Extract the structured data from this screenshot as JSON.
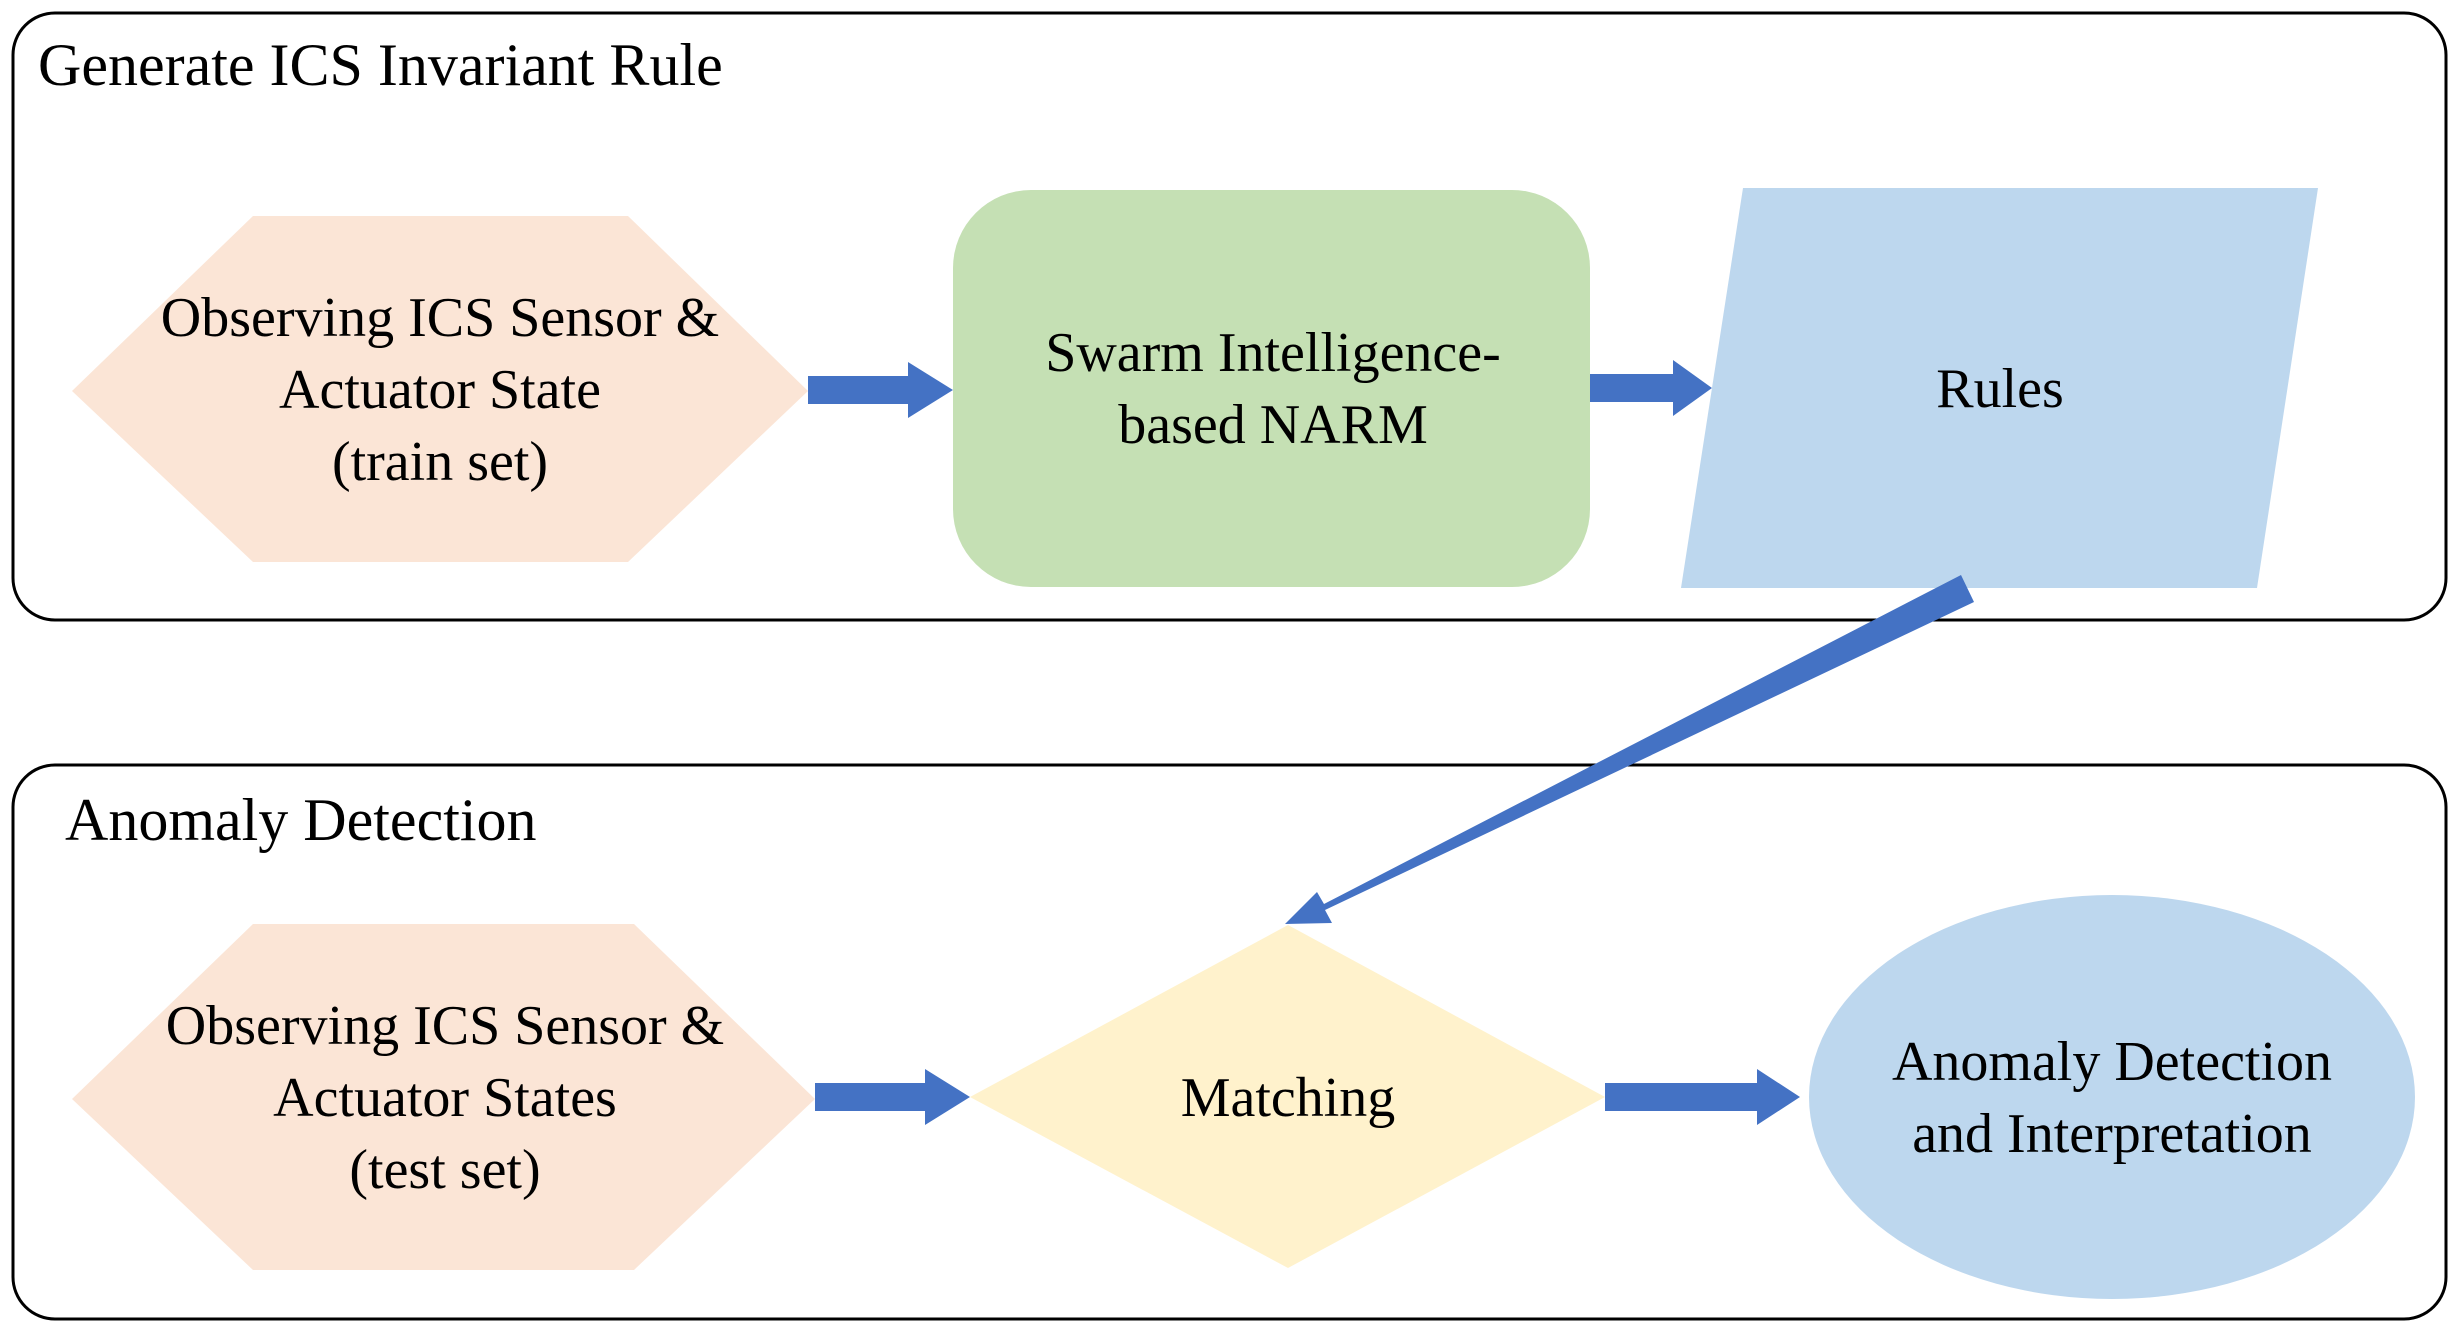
{
  "colors": {
    "panel_border": "#000000",
    "arrow": "#4472c4",
    "input_fill": "#fbe5d6",
    "narm_fill": "#c5e0b4",
    "rules_fill": "#bdd7ee",
    "matching_fill": "#fff2cc",
    "output_fill": "#bdd7ee"
  },
  "panels": {
    "top": {
      "title": "Generate ICS Invariant Rule"
    },
    "bottom": {
      "title": "Anomaly Detection"
    }
  },
  "nodes": {
    "train_input": {
      "shape": "hexagon",
      "lines": [
        "Observing ICS Sensor &",
        "Actuator State",
        "(train set)"
      ]
    },
    "narm": {
      "shape": "rounded-rectangle",
      "lines": [
        "Swarm Intelligence-",
        "based NARM"
      ]
    },
    "rules": {
      "shape": "parallelogram",
      "lines": [
        "Rules"
      ]
    },
    "test_input": {
      "shape": "hexagon",
      "lines": [
        "Observing ICS Sensor &",
        "Actuator States",
        "(test set)"
      ]
    },
    "matching": {
      "shape": "diamond",
      "lines": [
        "Matching"
      ]
    },
    "output": {
      "shape": "ellipse",
      "lines": [
        "Anomaly Detection",
        "and Interpretation"
      ]
    }
  },
  "edges": [
    {
      "from": "train_input",
      "to": "narm"
    },
    {
      "from": "narm",
      "to": "rules"
    },
    {
      "from": "rules",
      "to": "matching"
    },
    {
      "from": "test_input",
      "to": "matching"
    },
    {
      "from": "matching",
      "to": "output"
    }
  ]
}
